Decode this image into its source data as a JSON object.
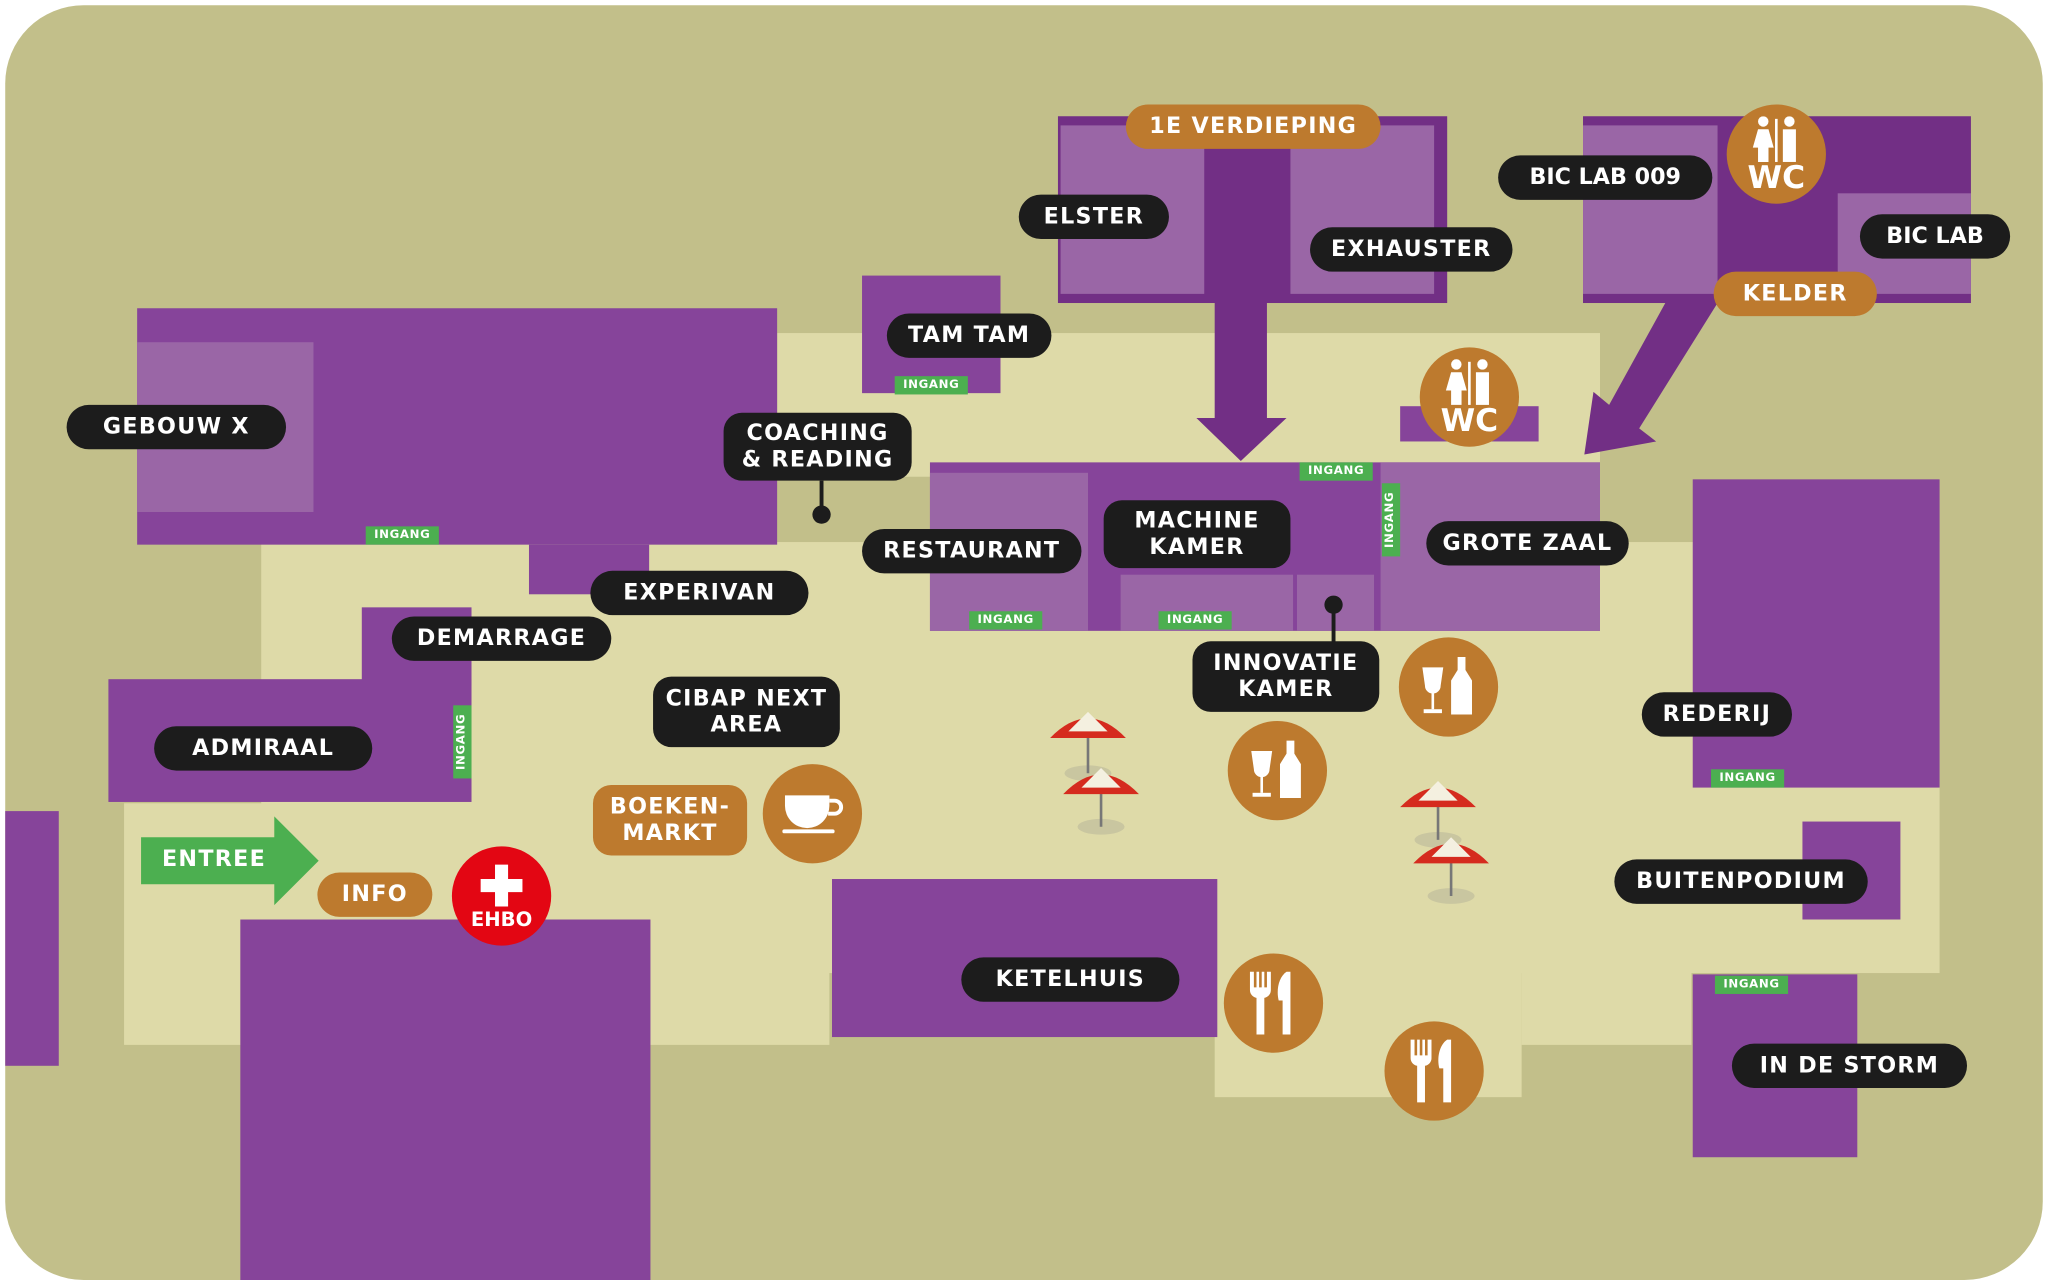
{
  "map": {
    "floor_labels": {
      "first_floor": "1E VERDIEPING",
      "basement": "KELDER"
    },
    "rooms": {
      "elster": "ELSTER",
      "exhauster": "EXHAUSTER",
      "tam_tam": "TAM TAM",
      "gebouw_x": "GEBOUW X",
      "coaching": "COACHING\n& READING",
      "bic_lab_009": "BIC LAB 009",
      "bic_lab": "BIC LAB",
      "restaurant": "RESTAURANT",
      "machine_kamer": "MACHINE\nKAMER",
      "grote_zaal": "GROTE ZAAL",
      "experivan": "EXPERIVAN",
      "demarrage": "DEMARRAGE",
      "innovatie_kamer": "INNOVATIE\nKAMER",
      "cibap": "CIBAP NEXT\nAREA",
      "admiraal": "ADMIRAAL",
      "rederij": "REDERIJ",
      "buitenpodium": "BUITENPODIUM",
      "ketelhuis": "KETELHUIS",
      "in_de_storm": "IN DE STORM"
    },
    "services": {
      "boekenmarkt": "BOEKEN-\nMARKT",
      "info": "INFO",
      "entree": "ENTREE",
      "ehbo": "EHBO",
      "wc": "WC"
    },
    "entrance_tag": "INGANG",
    "colors": {
      "ground": "#c2bf8a",
      "path": "#dedaa8",
      "building": "#86449a",
      "building_dark": "#722f85",
      "building_light": "#9a66a6",
      "label": "#1c1c1c",
      "accent": "#bd7a2e",
      "entrance": "#4caf50",
      "first_aid": "#e30613"
    }
  }
}
